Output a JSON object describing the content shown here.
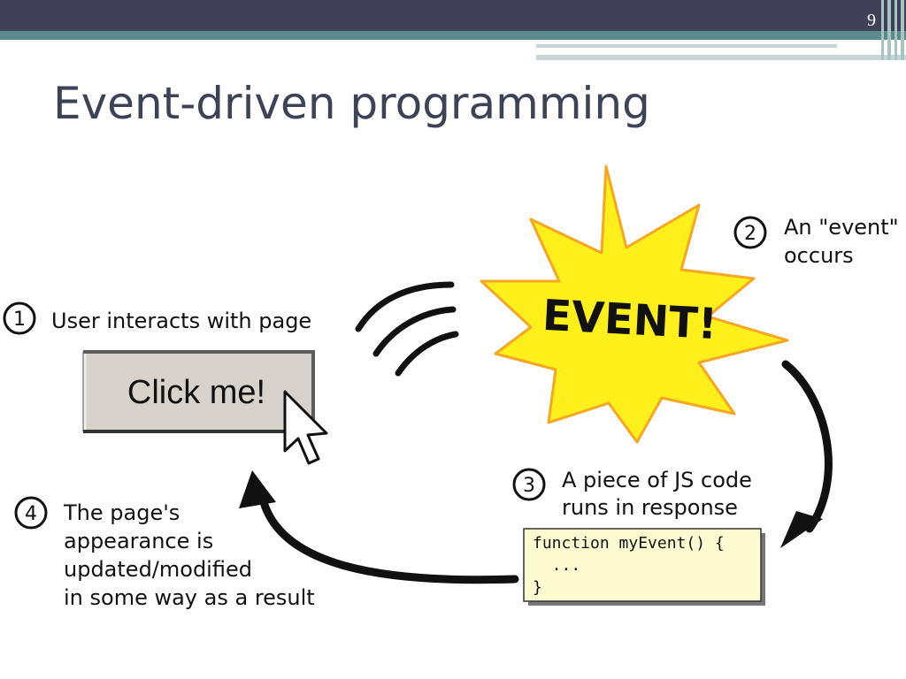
{
  "slide": {
    "number": "9",
    "title": "Event-driven programming"
  },
  "diagram": {
    "step1": {
      "number": "1",
      "label": "User interacts with page"
    },
    "button": {
      "label": "Click me!"
    },
    "event": {
      "label": "EVENT!"
    },
    "step2": {
      "number": "2",
      "lines": [
        "An \"event\"",
        "occurs"
      ]
    },
    "step3": {
      "number": "3",
      "lines": [
        "A piece of JS code",
        "runs in response"
      ]
    },
    "code": {
      "lines": [
        "function myEvent() {",
        "  ...",
        "}"
      ]
    },
    "step4": {
      "number": "4",
      "lines": [
        "The page's",
        "appearance is",
        "updated/modified",
        "in some way as a result"
      ]
    }
  },
  "colors": {
    "header": "#404158",
    "accent": "#5a8a8c",
    "title": "#3d4257",
    "burst_fill": "#ffef1a",
    "burst_stroke": "#f5a623",
    "code_bg": "#fdfbd0",
    "button_bg": "#d7d2cb"
  },
  "icons": [
    "cursor-arrow-icon",
    "circle-number-badge",
    "curved-arrow-icon",
    "motion-lines-icon"
  ]
}
